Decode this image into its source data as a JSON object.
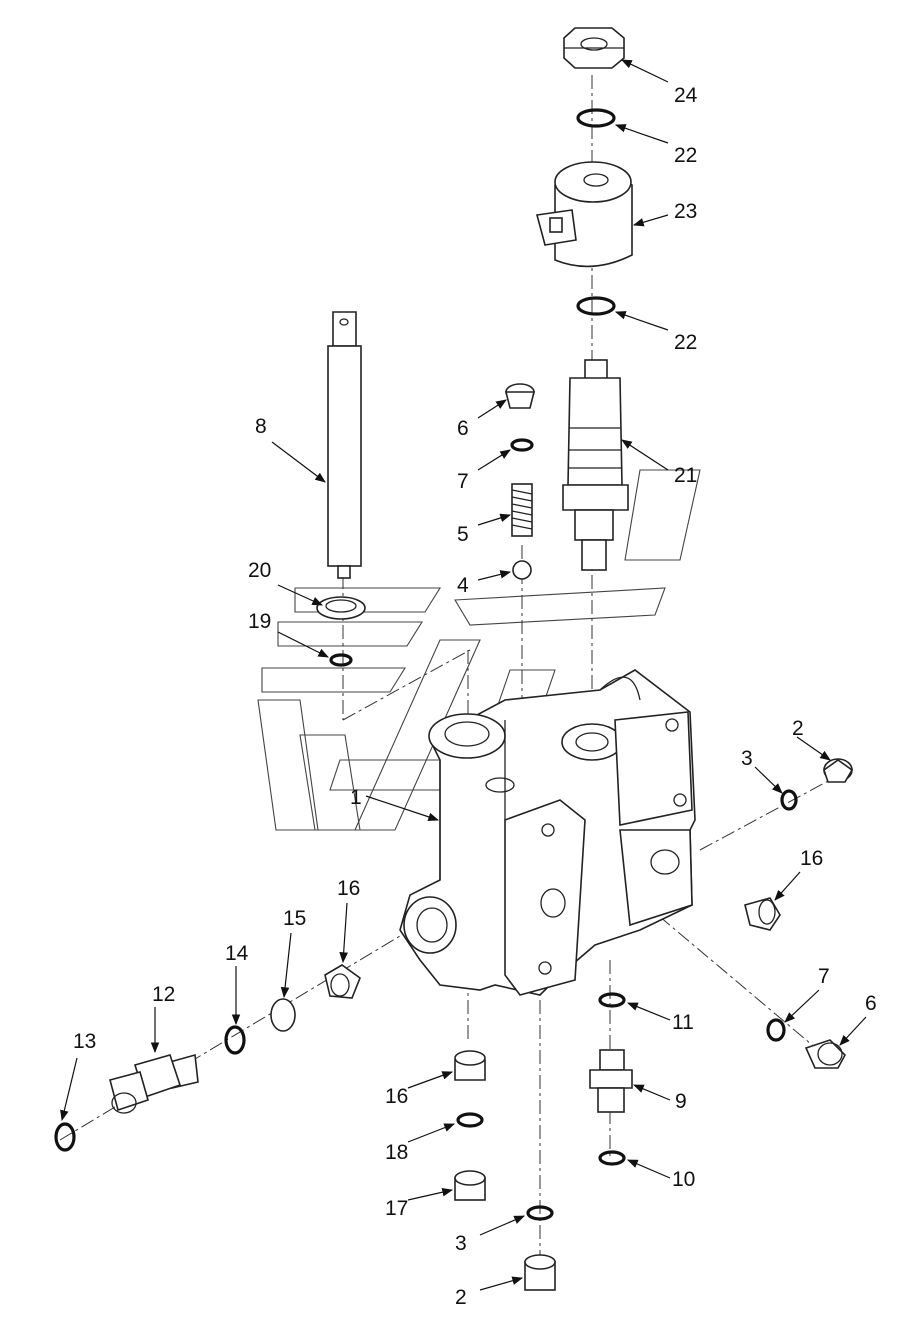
{
  "diagram": {
    "callouts": [
      {
        "id": "c24",
        "text": "24"
      },
      {
        "id": "c22a",
        "text": "22"
      },
      {
        "id": "c23",
        "text": "23"
      },
      {
        "id": "c22b",
        "text": "22"
      },
      {
        "id": "c21",
        "text": "21"
      },
      {
        "id": "c8",
        "text": "8"
      },
      {
        "id": "c6a",
        "text": "6"
      },
      {
        "id": "c7a",
        "text": "7"
      },
      {
        "id": "c5",
        "text": "5"
      },
      {
        "id": "c4",
        "text": "4"
      },
      {
        "id": "c20",
        "text": "20"
      },
      {
        "id": "c19",
        "text": "19"
      },
      {
        "id": "c1",
        "text": "1"
      },
      {
        "id": "c2a",
        "text": "2"
      },
      {
        "id": "c3a",
        "text": "3"
      },
      {
        "id": "c16a",
        "text": "16"
      },
      {
        "id": "c16b",
        "text": "16"
      },
      {
        "id": "c15",
        "text": "15"
      },
      {
        "id": "c14",
        "text": "14"
      },
      {
        "id": "c12",
        "text": "12"
      },
      {
        "id": "c13",
        "text": "13"
      },
      {
        "id": "c7b",
        "text": "7"
      },
      {
        "id": "c6b",
        "text": "6"
      },
      {
        "id": "c11",
        "text": "11"
      },
      {
        "id": "c9",
        "text": "9"
      },
      {
        "id": "c16c",
        "text": "16"
      },
      {
        "id": "c18",
        "text": "18"
      },
      {
        "id": "c10",
        "text": "10"
      },
      {
        "id": "c17",
        "text": "17"
      },
      {
        "id": "c3b",
        "text": "3"
      },
      {
        "id": "c2b",
        "text": "2"
      }
    ]
  }
}
